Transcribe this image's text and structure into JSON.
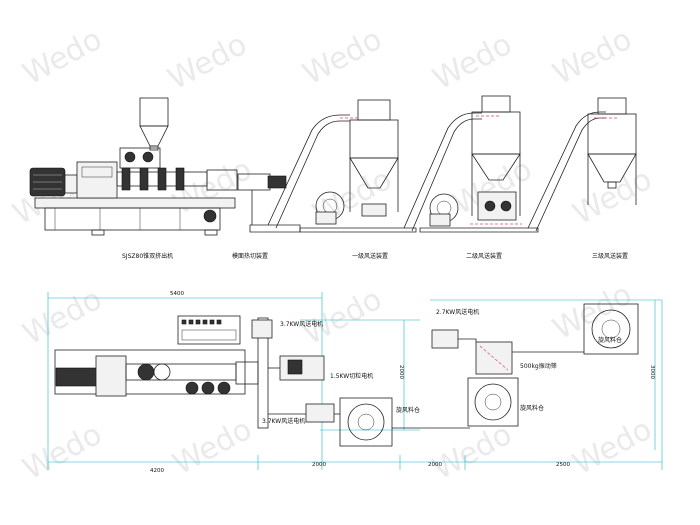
{
  "watermark": "Wedo",
  "front_view": {
    "labels": {
      "extruder": "SJSZ80锥双挤出机",
      "strand_cutter": "模面热切装置",
      "stage1": "一级风送装置",
      "stage2": "二级风送装置",
      "stage3": "三级风送装置"
    }
  },
  "plan_view": {
    "labels": {
      "fan_top": "2.7KW风送电机",
      "fan_mid": "3.7KW风送电机",
      "cutter_motor": "1.5KW切粒电机",
      "fan_bottom": "3.7KW风送电机",
      "silo_a": "旋风料仓",
      "silo_b": "旋风料仓",
      "silo_c": "旋风料仓",
      "vibrating_screen": "500kg振动筛"
    },
    "dimensions": {
      "overall_top": "5400",
      "left_bottom": "4200",
      "seg1": "2000",
      "seg2": "2000",
      "seg3": "2500",
      "height_mid": "2000",
      "height_right": "3000"
    }
  },
  "colors": {
    "dimension": "#18b6c9",
    "airflow": "#e0447a"
  }
}
